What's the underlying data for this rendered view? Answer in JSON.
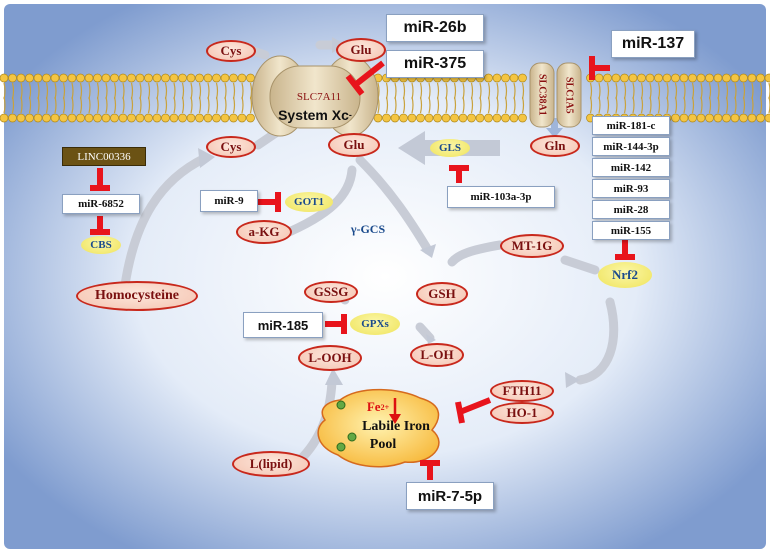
{
  "membrane": {
    "transporter_label": "SLC7A11",
    "system_label": "System Xc",
    "system_superscript": "-",
    "slc38a1": "SLC38A1",
    "slc1a5": "SLC1A5"
  },
  "metabolites": {
    "cys_top": "Cys",
    "glu_top": "Glu",
    "cys_bottom": "Cys",
    "glu_bottom": "Glu",
    "gln": "Gln",
    "akg": "a-KG",
    "gsh": "GSH",
    "gssg": "GSSG",
    "l_ooh": "L-OOH",
    "l_oh": "L-OH",
    "l_lipid": "L(lipid)",
    "homocysteine": "Homocysteine",
    "mt1g": "MT-1G",
    "nrf2": "Nrf2",
    "fth11": "FTH11",
    "ho1": "HO-1"
  },
  "enzymes": {
    "gls": "GLS",
    "got1": "GOT1",
    "ggcs": "γ-GCS",
    "gpxs": "GPXs",
    "cbs": "CBS"
  },
  "regulators": {
    "mir26b": "miR-26b",
    "mir375": "miR-375",
    "mir137": "miR-137",
    "linc00336": "LINC00336",
    "mir6852": "miR-6852",
    "mir9": "miR-9",
    "mir103": "miR-103a-3p",
    "mir185": "miR-185",
    "mir75p": "miR-7-5p",
    "nrf2_mirs": [
      "miR-181-c",
      "miR-144-3p",
      "miR-142",
      "miR-93",
      "miR-28",
      "miR-155"
    ]
  },
  "iron_pool": {
    "fe": "Fe",
    "fe_superscript": "2+",
    "line1": "Labile Iron",
    "line2": "Pool"
  },
  "colors": {
    "inhibit": "#e8141c",
    "metabolite_border": "#c8281c",
    "enzyme_fill": "#f3ea6a",
    "linc_box": "#6b5214"
  }
}
